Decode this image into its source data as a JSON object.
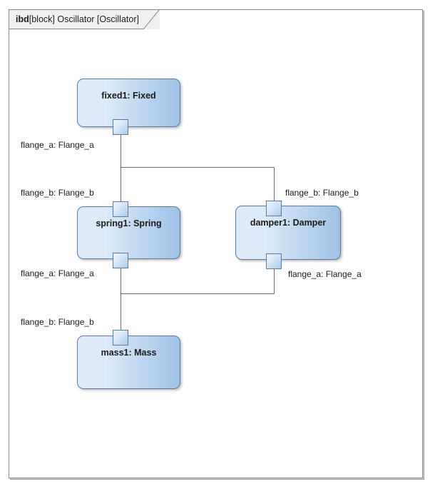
{
  "diagram": {
    "header": {
      "kind": "ibd",
      "rest": "[block] Oscillator [Oscillator]"
    },
    "blocks": [
      {
        "name": "fixed1: Fixed",
        "id": "block-fixed1"
      },
      {
        "name": "spring1: Spring",
        "id": "block-spring1"
      },
      {
        "name": "damper1: Damper",
        "id": "block-damper1"
      },
      {
        "name": "mass1: Mass",
        "id": "block-mass1"
      }
    ],
    "port_labels": {
      "fixed1_flange_a": "flange_a: Flange_a",
      "spring1_flange_b": "flange_b: Flange_b",
      "spring1_flange_a": "flange_a: Flange_a",
      "damper1_flange_b": "flange_b: Flange_b",
      "damper1_flange_a": "flange_a: Flange_a",
      "mass1_flange_b": "flange_b: Flange_b"
    },
    "colors": {
      "block_border": "#5b7a9e",
      "block_fill_light": "#dfeaf8",
      "block_fill_dark": "#9cc2e6",
      "connector": "#6b6b6b",
      "frame_border": "#8a8a8a",
      "header_background": "#f0f0f0"
    }
  }
}
